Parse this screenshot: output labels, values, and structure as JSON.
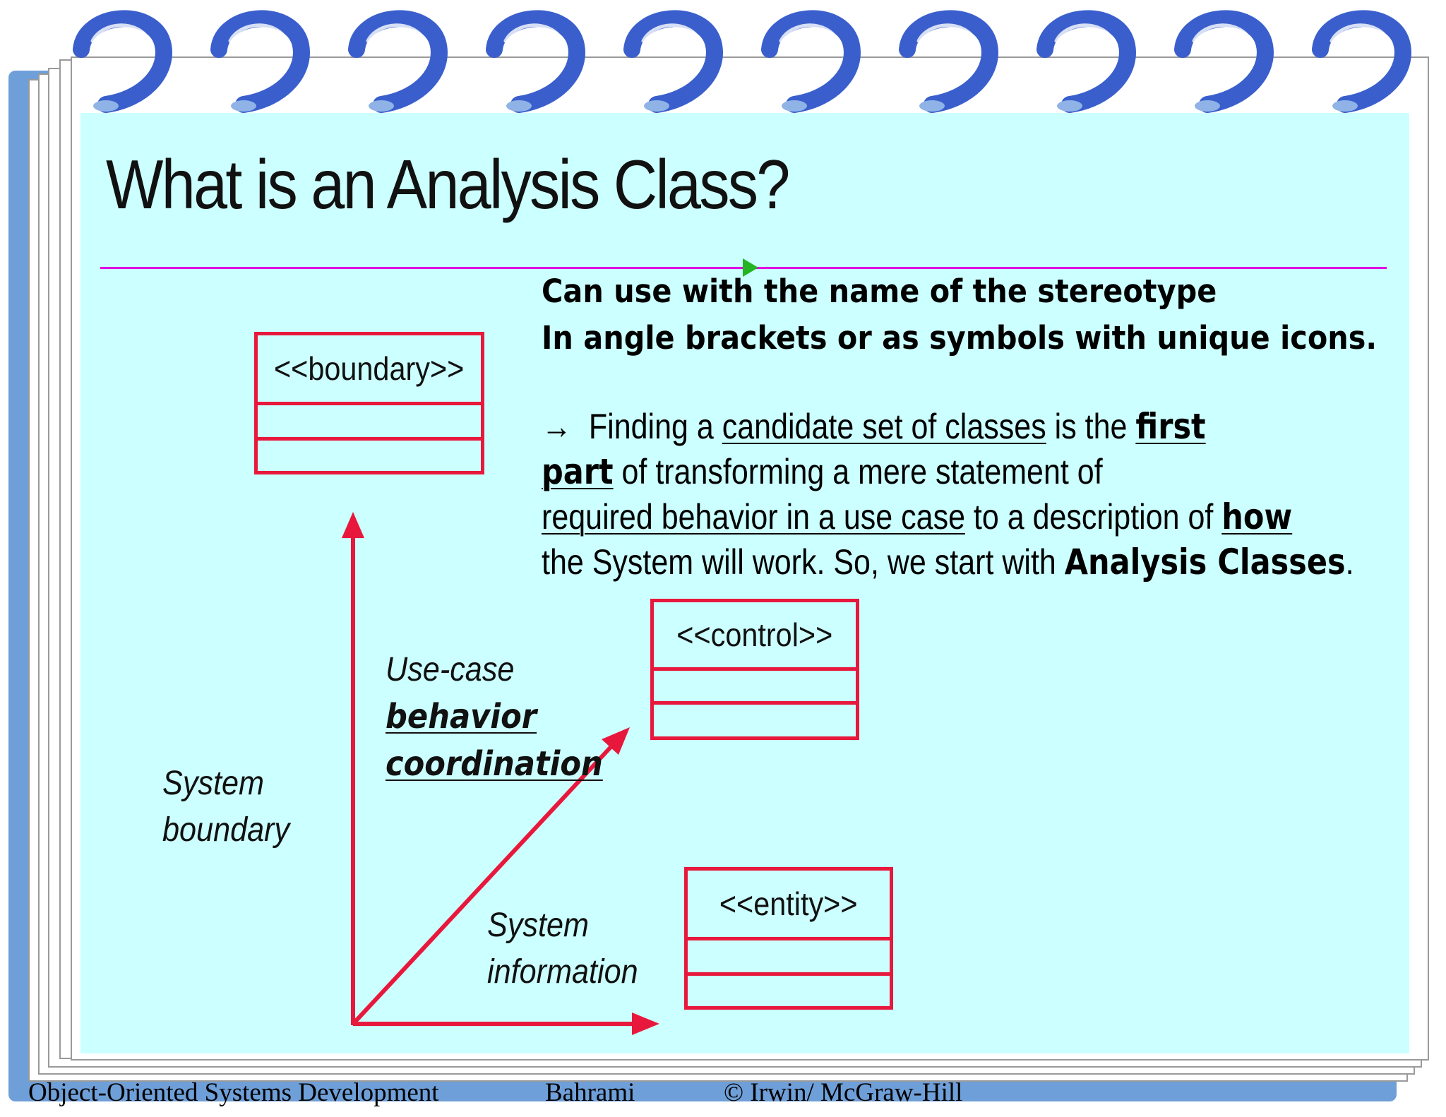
{
  "slide": {
    "title": "What is an Analysis Class?",
    "lead_lines": [
      "Can use with the name of the stereotype",
      "In angle brackets or as symbols with unique icons."
    ],
    "paragraph": {
      "arrow": "→",
      "p1": "Finding a ",
      "candidate": "candidate set of classes",
      "p2": " is the ",
      "first": "first",
      "part": "part",
      "p3": " of transforming a mere statement of",
      "required": "required behavior in a use case",
      "p4": " to a description of ",
      "how": "how",
      "p5": "the System will work.  So, we start with ",
      "analysis": "Analysis Classes",
      "p6": "."
    }
  },
  "diagram": {
    "boundary_class": {
      "stereotype": "<<boundary>>"
    },
    "control_class": {
      "stereotype": "<<control>>"
    },
    "entity_class": {
      "stereotype": "<<entity>>"
    },
    "system_boundary_label": [
      "System",
      "boundary"
    ],
    "use_case_label": {
      "line1": "Use-case",
      "line2": "behavior",
      "line3": "coordination"
    },
    "system_information_label": [
      "System",
      "information"
    ],
    "stroke_color": "#e8183c",
    "rule_color": "#e000e0"
  },
  "footer": {
    "course": "Object-Oriented Systems Development",
    "author": "Bahrami",
    "copyright": "©  Irwin/ McGraw-Hill"
  },
  "colors": {
    "page_background": "#ccffff",
    "ring_blue": "#3a5fcd",
    "backing_blue": "#6f9fd8"
  }
}
